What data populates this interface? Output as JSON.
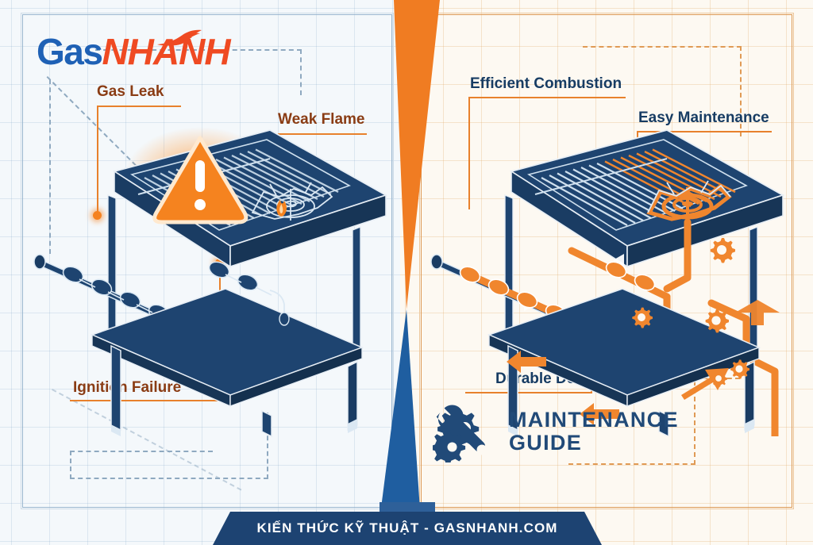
{
  "brand": {
    "logo_part1": "Gas",
    "logo_part2": "NHANH",
    "logo_flame_icon": "flame-icon",
    "color_blue": "#1f61b5",
    "color_orange": "#ef4a22"
  },
  "theme": {
    "navy": "#1d4372",
    "stove_body": "#1e4470",
    "stove_dark": "#163558",
    "orange": "#f07c22",
    "orange_deep": "#e8812c",
    "left_bg": "#f4f8fb",
    "right_bg": "#fdf9f2",
    "label_left_text": "#8a3c14",
    "label_right_text": "#173c63"
  },
  "left_panel": {
    "name": "problems-panel",
    "warning_icon": "warning-triangle-icon",
    "labels": [
      {
        "id": "gas-leak",
        "text": "Gas Leak"
      },
      {
        "id": "weak-flame",
        "text": "Weak Flame"
      },
      {
        "id": "ignition-failure",
        "text": "Ignition Failure"
      }
    ],
    "illustration": "industrial-gas-stove-isometric"
  },
  "right_panel": {
    "name": "solutions-panel",
    "labels": [
      {
        "id": "efficient-combustion",
        "text": "Efficient Combustion"
      },
      {
        "id": "easy-maintenance",
        "text": "Easy Maintenance"
      },
      {
        "id": "durable-design",
        "text": "Durable Design"
      }
    ],
    "illustration": "industrial-gas-stove-isometric-gasflow",
    "guide": {
      "icon": "wrench-gear-icon",
      "line1": "MAINTENANCE",
      "line2": "GUIDE"
    }
  },
  "footer": {
    "text": "KIẾN THỨC KỸ THUẬT - GASNHANH.COM"
  }
}
